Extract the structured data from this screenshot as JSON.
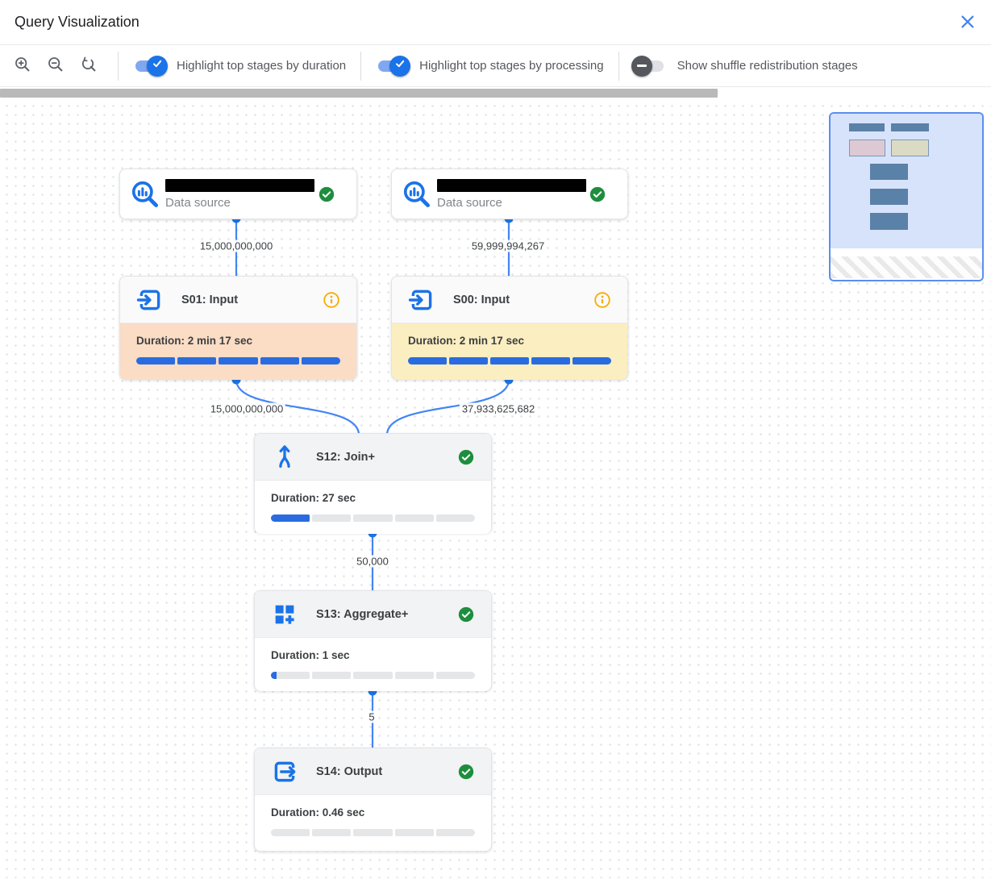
{
  "header": {
    "title": "Query Visualization",
    "close_icon": "x"
  },
  "toolbar": {
    "zoom_in_icon": "magnifier-plus",
    "zoom_out_icon": "magnifier-minus",
    "zoom_reset_icon": "magnifier-reset-arrow",
    "toggles": [
      {
        "label": "Highlight top stages by duration",
        "state": "on"
      },
      {
        "label": "Highlight top stages by processing",
        "state": "on"
      },
      {
        "label": "Show shuffle redistribution stages",
        "state": "off"
      }
    ]
  },
  "graph": {
    "data_sources": [
      {
        "label": "Data source",
        "name_redacted": true,
        "status": "completed"
      },
      {
        "label": "Data source",
        "name_redacted": true,
        "status": "completed"
      }
    ],
    "stages": [
      {
        "id": "S01",
        "title": "S01: Input",
        "duration": "Duration: 2 min 17 sec",
        "progress_pct": 100,
        "highlight": "duration",
        "status_icon": "info"
      },
      {
        "id": "S00",
        "title": "S00: Input",
        "duration": "Duration: 2 min 17 sec",
        "progress_pct": 100,
        "highlight": "processing",
        "status_icon": "info"
      },
      {
        "id": "S12",
        "title": "S12: Join+",
        "duration": "Duration: 27 sec",
        "progress_pct": 20,
        "highlight": "none",
        "status_icon": "check"
      },
      {
        "id": "S13",
        "title": "S13: Aggregate+",
        "duration": "Duration: 1 sec",
        "progress_pct": 3,
        "highlight": "none",
        "status_icon": "check"
      },
      {
        "id": "S14",
        "title": "S14: Output",
        "duration": "Duration: 0.46 sec",
        "progress_pct": 0,
        "highlight": "none",
        "status_icon": "check"
      }
    ],
    "edges": [
      {
        "from": "data-source-1",
        "to": "S01",
        "rows": "15,000,000,000"
      },
      {
        "from": "data-source-2",
        "to": "S00",
        "rows": "59,999,994,267"
      },
      {
        "from": "S01",
        "to": "S12",
        "rows": "15,000,000,000"
      },
      {
        "from": "S00",
        "to": "S12",
        "rows": "37,933,625,682"
      },
      {
        "from": "S12",
        "to": "S13",
        "rows": "50,000"
      },
      {
        "from": "S13",
        "to": "S14",
        "rows": "5"
      }
    ]
  },
  "colors": {
    "accent_blue": "#1a73e8",
    "edge_blue": "#4285f4",
    "success_green": "#1e8e3e",
    "warning_orange": "#f9ab00",
    "highlight_duration": "#fbdcc5",
    "highlight_processing": "#fbeec1"
  }
}
